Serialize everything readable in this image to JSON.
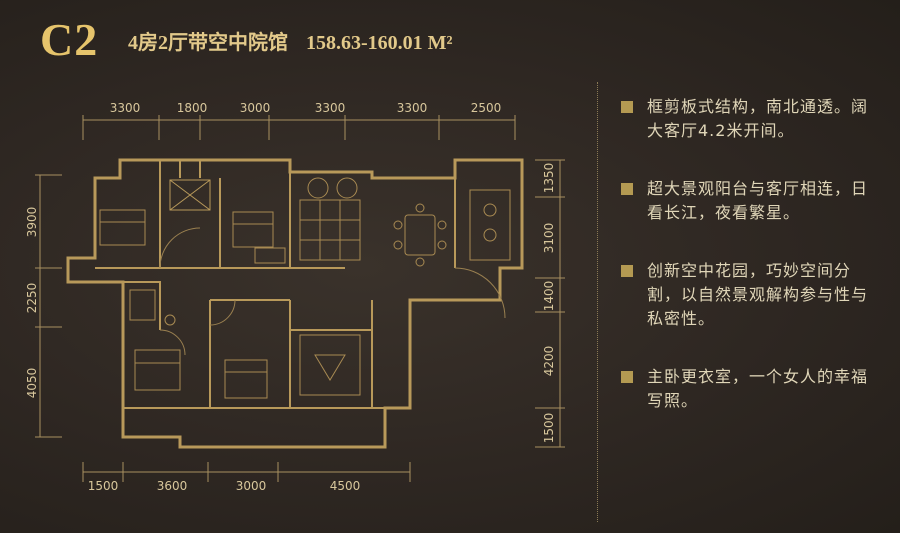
{
  "header": {
    "unit_code": "C2",
    "layout": "4房2厅带空中院馆",
    "area": "158.63-160.01 M²"
  },
  "dimensions": {
    "top": [
      "3300",
      "1800",
      "3000",
      "3300",
      "3300",
      "2500"
    ],
    "bottom": [
      "1500",
      "3600",
      "3000",
      "4500"
    ],
    "left": [
      "3900",
      "2250",
      "4050"
    ],
    "right": [
      "1350",
      "3100",
      "1400",
      "4200",
      "1500"
    ]
  },
  "features": [
    "框剪板式结构，南北通透。阔大客厅4.2米开间。",
    "超大景观阳台与客厅相连，日看长江，夜看繁星。",
    "创新空中花园，巧妙空间分割，以自然景观解构参与性与私密性。",
    "主卧更衣室，一个女人的幸福写照。"
  ],
  "colors": {
    "background": "#2e2722",
    "accent_gold": "#e6c46c",
    "wall": "#b8995a",
    "text_light": "#e0d6b8"
  }
}
